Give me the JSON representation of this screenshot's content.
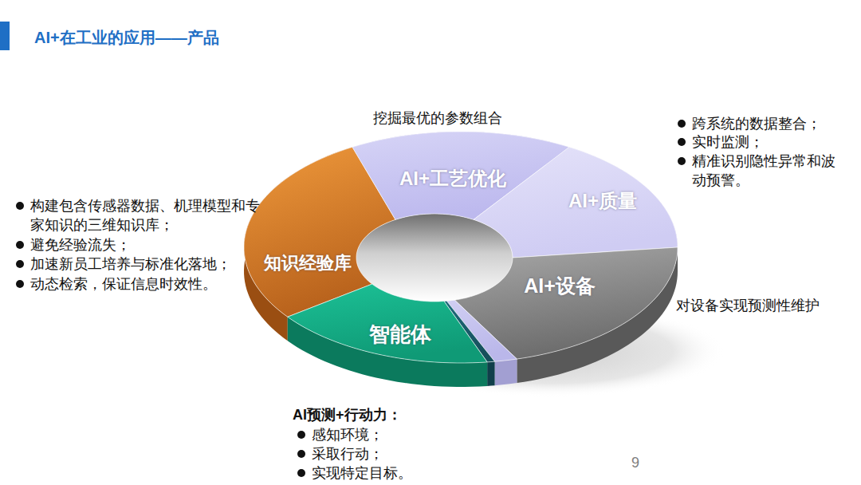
{
  "diagram": {
    "title": "AI+在工业的应用——产品",
    "nodes": [
      {
        "text": [
          "AI+工艺优化"
        ]
      },
      {
        "text": [
          "AI+质量"
        ]
      },
      {
        "text": [
          "知识经验库"
        ]
      },
      {
        "text": [
          "AI+设备"
        ]
      },
      {
        "text": [
          "智能体"
        ]
      }
    ],
    "labels": [
      "挖掘最优的参数组合",
      "跨系统的数据整合；",
      "实时监测；",
      "精准识别隐性异常和波动预警。",
      "构建包含传感器数据、机理模型和专家知识的三维知识库；",
      "避免经验流失；",
      "加速新员工培养与标准化落地；",
      "动态检索，保证信息时效性。",
      "对设备实现预测性维护",
      "AI预测+行动力：",
      "感知环境；",
      "采取行动；",
      "实现特定目标。",
      "9"
    ]
  }
}
